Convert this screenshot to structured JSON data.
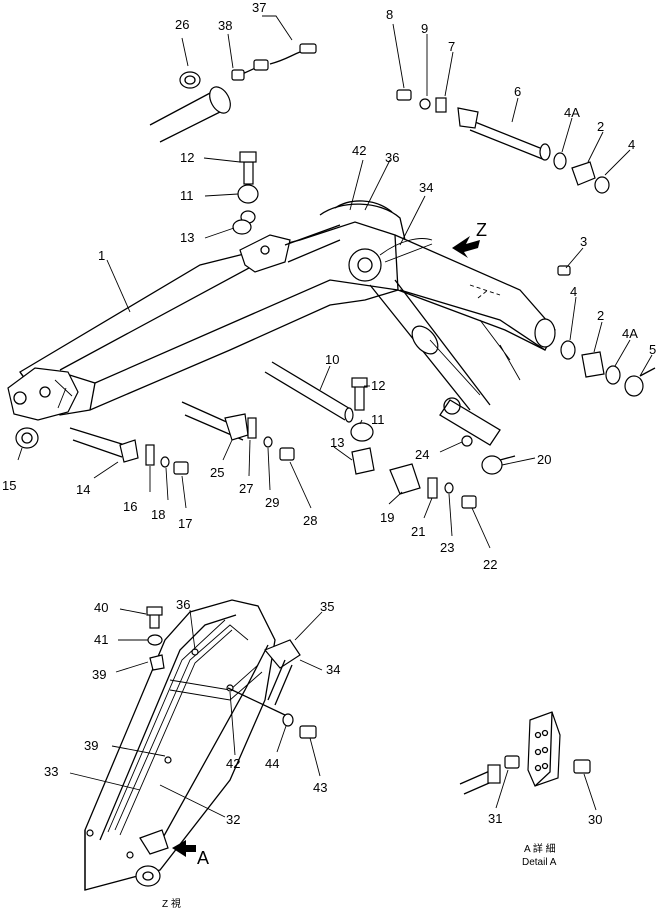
{
  "diagram": {
    "part_numbers": [
      "1",
      "2",
      "2",
      "3",
      "4",
      "4",
      "4A",
      "4A",
      "5",
      "6",
      "7",
      "8",
      "9",
      "10",
      "11",
      "11",
      "12",
      "12",
      "13",
      "13",
      "14",
      "15",
      "16",
      "17",
      "18",
      "19",
      "20",
      "21",
      "22",
      "23",
      "24",
      "25",
      "26",
      "27",
      "28",
      "29",
      "30",
      "31",
      "32",
      "33",
      "34",
      "34",
      "35",
      "36",
      "36",
      "37",
      "38",
      "39",
      "39",
      "40",
      "41",
      "42",
      "42",
      "43",
      "44"
    ],
    "view_markers": {
      "z": "Z",
      "a": "A"
    },
    "captions": {
      "z_view_jp": "Z 視",
      "detail_a_jp": "A 詳 細",
      "detail_a_en": "Detail A"
    }
  }
}
